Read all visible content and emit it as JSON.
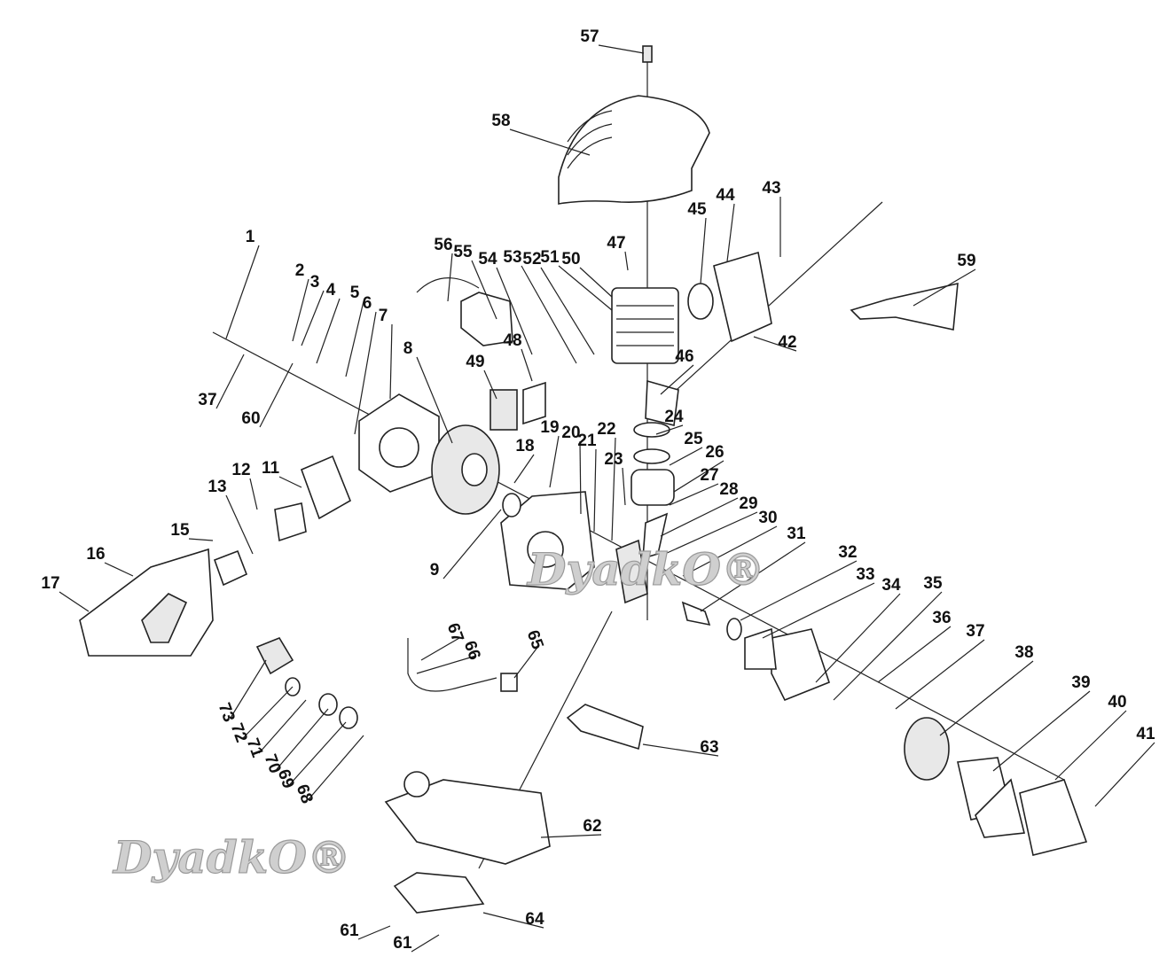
{
  "diagram": {
    "type": "exploded-parts-view",
    "part_labels": [
      "57",
      "58",
      "43",
      "44",
      "45",
      "59",
      "42",
      "47",
      "56",
      "55",
      "54",
      "53",
      "52",
      "51",
      "50",
      "1",
      "2",
      "3",
      "4",
      "5",
      "6",
      "7",
      "37",
      "60",
      "8",
      "48",
      "49",
      "46",
      "24",
      "25",
      "26",
      "27",
      "28",
      "29",
      "30",
      "31",
      "18",
      "19",
      "20",
      "21",
      "22",
      "23",
      "9",
      "11",
      "12",
      "13",
      "15",
      "16",
      "17",
      "32",
      "33",
      "34",
      "35",
      "36",
      "37",
      "38",
      "39",
      "40",
      "41",
      "67",
      "66",
      "65",
      "73",
      "72",
      "71",
      "70",
      "69",
      "68",
      "63",
      "62",
      "64",
      "61",
      "61"
    ],
    "watermarks": [
      "DyadkO",
      "DyadkO"
    ],
    "watermark_mark": "®"
  }
}
